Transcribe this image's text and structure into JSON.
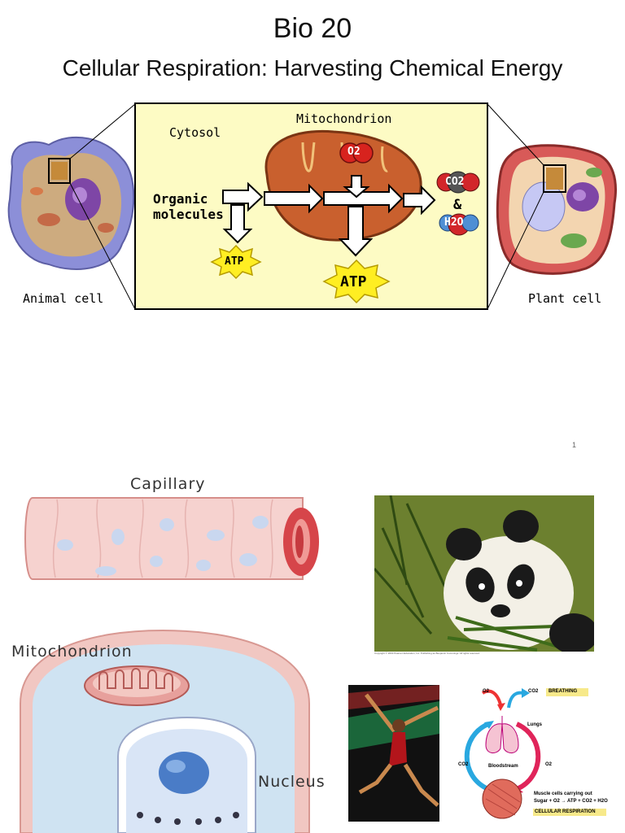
{
  "slide1": {
    "title": "Bio 20",
    "subtitle": "Cellular Respiration: Harvesting Chemical Energy",
    "page_number": "1",
    "figure": {
      "cytosol": "Cytosol",
      "mitochondrion": "Mitochondrion",
      "o2_label": "O2",
      "organic_line1": "Organic",
      "organic_line2": "molecules",
      "atp_small": "ATP",
      "atp_large": "ATP",
      "co2_label": "CO2",
      "ampersand": "&",
      "h2o_label": "H2O",
      "animal_cell": "Animal cell",
      "plant_cell": "Plant cell"
    }
  },
  "slide2": {
    "capillary": "Capillary",
    "mitochondrion": "Mitochondrion",
    "nucleus": "Nucleus",
    "panda_caption": "Copyright © 2003 Pearson Education, Inc. Publishing as Benjamin Cummings. All rights reserved.",
    "breathing_diagram": {
      "o2_top": "O2",
      "co2_top": "CO2",
      "breathing": "BREATHING",
      "lungs": "Lungs",
      "co2_left": "CO2",
      "bloodstream": "Bloodstream",
      "o2_right": "O2",
      "muscle_line1": "Muscle cells carrying out",
      "muscle_line2": "Sugar + O2 → ATP + CO2 + H2O",
      "cellular_respiration": "CELLULAR RESPIRATION"
    }
  },
  "colors": {
    "panel_bg": "#fdfbc4",
    "mito_fill": "#c9602e",
    "o2_red": "#d7231e",
    "co2_red": "#d2262a",
    "h2o_blue": "#4f8fd4",
    "atp_yellow": "#ffee22",
    "capillary_red": "#d6454a",
    "cell_blue": "#cfe3f2"
  }
}
